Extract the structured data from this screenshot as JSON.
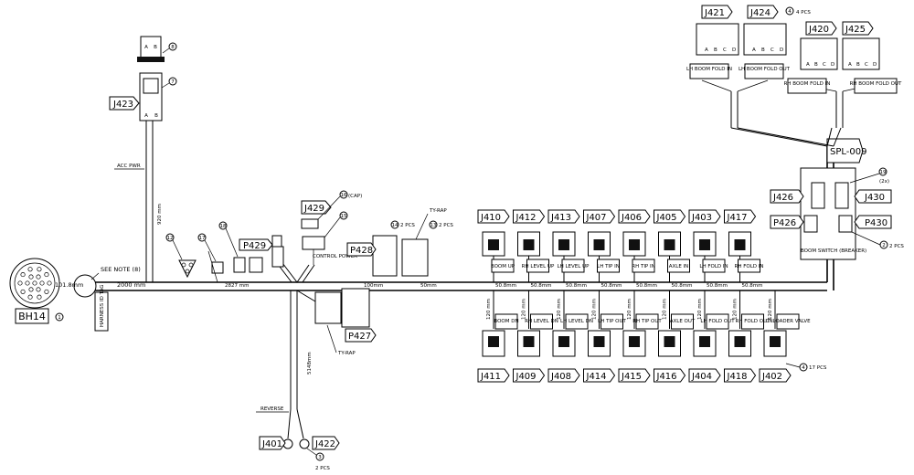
{
  "tags": {
    "BH14": "BH14",
    "J423": "J423",
    "J429": "J429",
    "P429": "P429",
    "P428": "P428",
    "P427": "P427",
    "J401": "J401",
    "J422": "J422",
    "J421": "J421",
    "J424": "J424",
    "J420": "J420",
    "J425": "J425",
    "SPL009": "SPL-009",
    "J426": "J426",
    "J430": "J430",
    "P426": "P426",
    "P430": "P430",
    "top_row": [
      "J410",
      "J412",
      "J413",
      "J407",
      "J406",
      "J405",
      "J403",
      "J417"
    ],
    "bottom_row": [
      "J411",
      "J409",
      "J408",
      "J414",
      "J415",
      "J416",
      "J404",
      "J418",
      "J402"
    ]
  },
  "callouts": {
    "c1": "1",
    "c2": "2",
    "c3": "3",
    "c4": "4",
    "c7": "7",
    "c8": "8",
    "c12": "12",
    "c13": "13",
    "c14": "14",
    "c15": "15",
    "c16": "16",
    "c17": "17",
    "c18": "18",
    "c19": "19"
  },
  "notes": {
    "four_pcs": "4 PCS",
    "two_pcs_a": "2 PCS",
    "two_pcs_b": "2 PCS",
    "two_pcs_c": "2 PCS",
    "seventeen_pcs": "17 PCS",
    "two_x": "(2x)",
    "cap": "(CAP)",
    "two_pcs_d": "2 PCS",
    "ty_rap_a": "TY-RAP",
    "ty_rap_b": "TY-RAP",
    "ty_rap_c": "TY-RAP"
  },
  "dimensions": {
    "d1018": "101.8mm",
    "d2000": "2000 mm",
    "d2827": "2827 mm",
    "d100": "100mm",
    "d50": "50mm",
    "d508": "50.8mm",
    "d920": "920 mm",
    "d5148": "5148mm",
    "d120": "120 mm"
  },
  "labels": {
    "acc_pwr": "ACC PWR",
    "see_note": "SEE NOTE (8)",
    "harness": "HARNESS ID TAG",
    "control_power": "CONTROL POWER",
    "reverse": "REVERSE",
    "top_functions": [
      "BOOM UP",
      "RH LEVEL UP",
      "LH LEVEL UP",
      "LH TIP IN",
      "RH TIP IN",
      "AXLE IN",
      "LH FOLD IN",
      "RH FOLD IN"
    ],
    "bottom_functions": [
      "BOOM DN",
      "RH LEVEL DN",
      "LH LEVEL DN",
      "LH TIP OUT",
      "RH TIP OUT",
      "AXLE OUT",
      "LH FOLD OUT",
      "RH FOLD OUT",
      "UNLOADER VALVE"
    ],
    "lh_boom_fold_in": "LH BOOM FOLD IN",
    "lh_boom_fold_out": "LH BOOM FOLD OUT",
    "rh_boom_fold_in": "RH BOOM FOLD IN",
    "rh_boom_fold_out": "RH BOOM FOLD OUT",
    "boom_switch": "BOOM SWITCH (BREAKER)",
    "pins_abcd": [
      "A",
      "B",
      "C",
      "D"
    ],
    "pins_ab": [
      "A",
      "B"
    ]
  }
}
